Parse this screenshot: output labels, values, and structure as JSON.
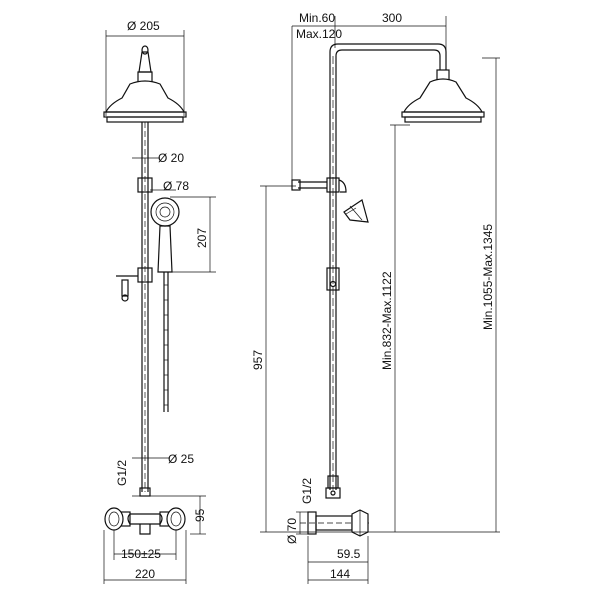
{
  "front_view": {
    "head_diameter": "Ø 205",
    "pipe_diameter": "Ø 20",
    "hand_shower_diameter": "Ø 78",
    "hand_shower_length": "207",
    "lower_pipe_diameter": "Ø 25",
    "inlet_thread": "G1/2",
    "mixer_height": "95",
    "center_distance": "150±25",
    "total_width": "220"
  },
  "side_view": {
    "arm_min": "Min.60",
    "arm_max": "Max.120",
    "arm_length": "300",
    "bracket_height": "957",
    "head_height_range": "Min.832-Max.1122",
    "total_height_range": "Min.1055-Max.1345",
    "inlet_thread": "G1/2",
    "escutcheon_diameter": "Ø 70",
    "wall_to_mixer": "59.5",
    "wall_to_head": "144"
  }
}
